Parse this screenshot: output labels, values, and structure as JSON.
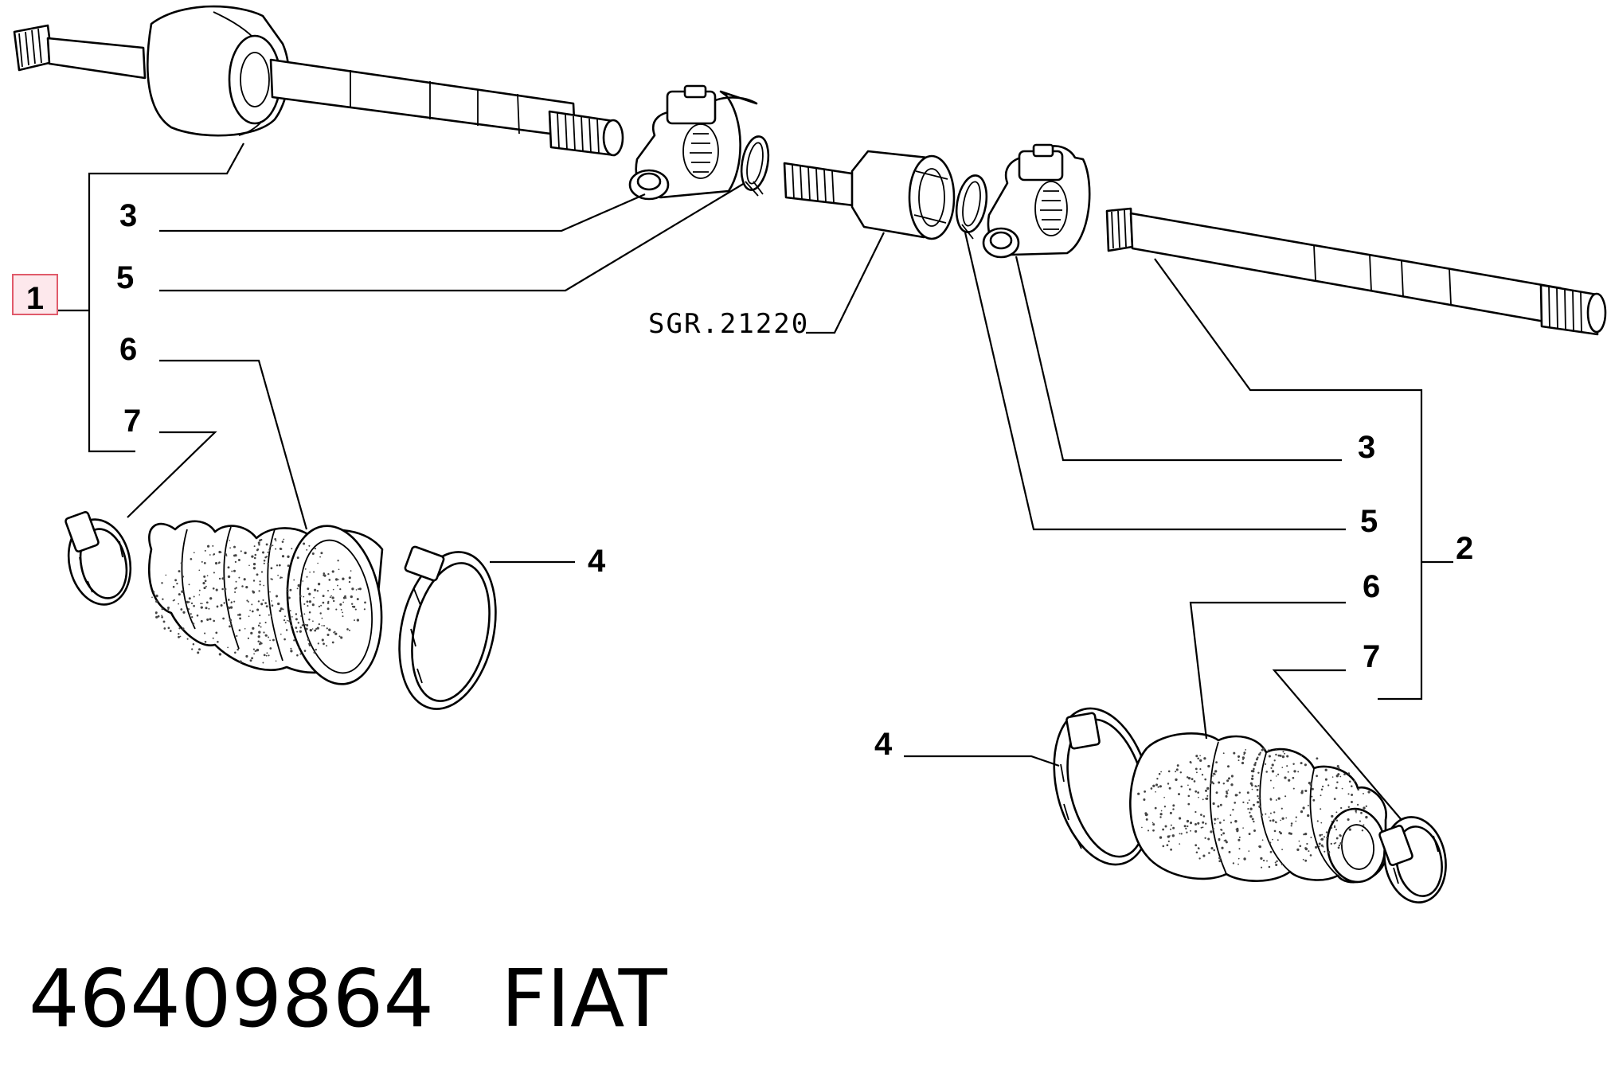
{
  "callouts": {
    "left_assembly": "1",
    "right_assembly": "2",
    "left_3": "3",
    "left_5": "5",
    "left_6": "6",
    "left_7": "7",
    "left_4": "4",
    "right_3": "3",
    "right_5": "5",
    "right_6": "6",
    "right_7": "7",
    "right_4": "4"
  },
  "reference_code": "SGR.21220",
  "footer": {
    "part_number": "46409864",
    "brand": "FIAT"
  },
  "colors": {
    "highlight_border": "#e05a6a",
    "highlight_fill": "#fde8ec",
    "line": "#000000"
  }
}
